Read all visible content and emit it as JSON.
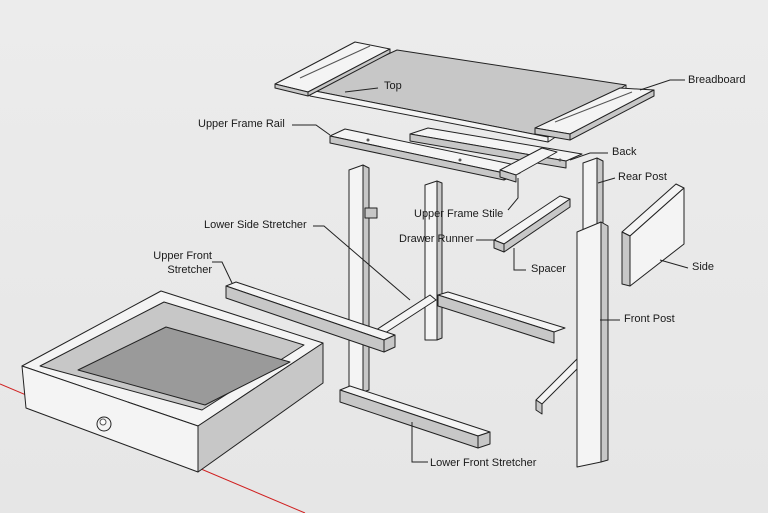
{
  "diagram": {
    "labels": {
      "top": "Top",
      "breadboard": "Breadboard",
      "upper_frame_rail": "Upper Frame Rail",
      "back": "Back",
      "rear_post": "Rear Post",
      "lower_side_stretcher": "Lower Side Stretcher",
      "upper_frame_stile": "Upper Frame Stile",
      "drawer_runner": "Drawer Runner",
      "side": "Side",
      "upper_front_stretcher_line1": "Upper Front",
      "upper_front_stretcher_line2": "Stretcher",
      "spacer": "Spacer",
      "front_post": "Front Post",
      "lower_front_stretcher": "Lower Front Stretcher"
    },
    "colors": {
      "background": "#e9e9e9",
      "part_face": "#f4f4f4",
      "part_shade": "#c7c7c7",
      "outline": "#222222",
      "axis_red": "#d02020",
      "axis_green": "#2a9a2a"
    }
  }
}
